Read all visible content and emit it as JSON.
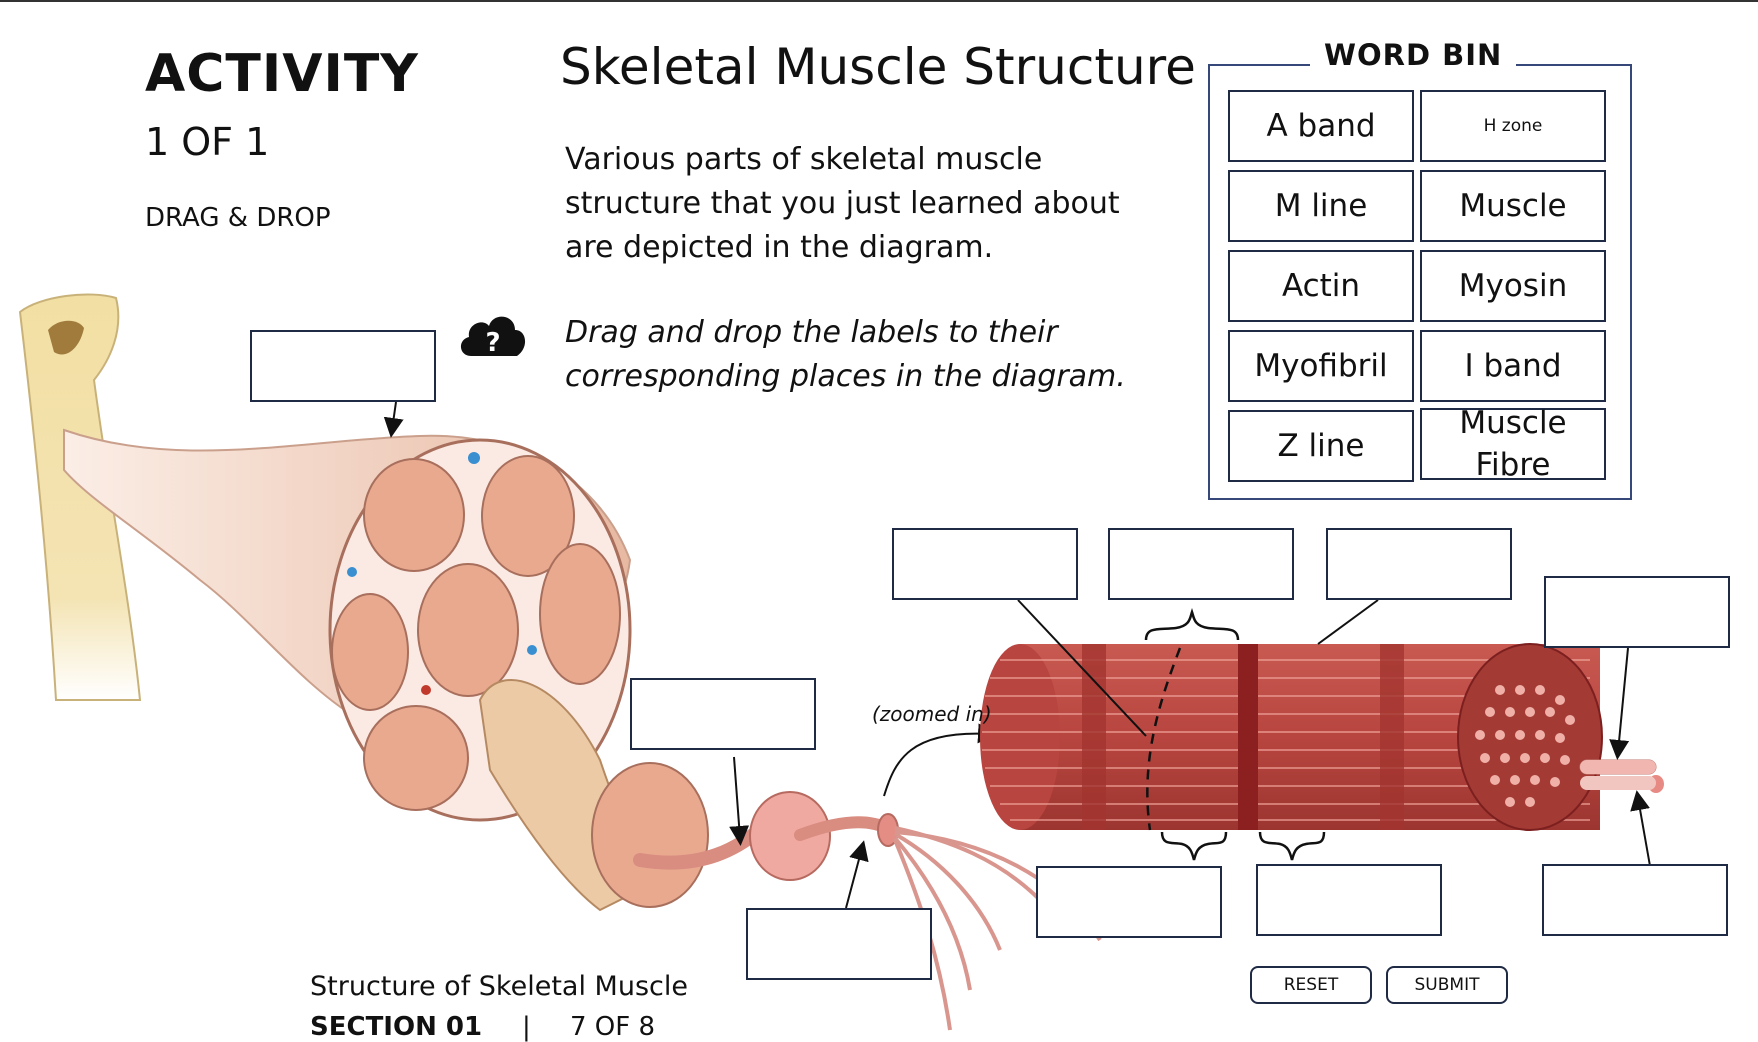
{
  "activity": {
    "heading": "ACTIVITY",
    "count": "1 OF 1",
    "mode": "DRAG & DROP"
  },
  "title": "Skeletal Muscle Structure",
  "instructions": "Various parts of skeletal muscle structure that you just learned about are depicted in the diagram.",
  "drag_instruction": "Drag and drop the labels to their corresponding places in the diagram.",
  "help_icon": "cloud-question-icon",
  "word_bin": {
    "title": "WORD BIN",
    "labels": [
      "A band",
      "H zone",
      "M line",
      "Muscle",
      "Actin",
      "Myosin",
      "Myofibril",
      "I band",
      "Z line",
      "Muscle Fibre"
    ]
  },
  "diagram": {
    "zoom_label": "(zoomed in)"
  },
  "buttons": {
    "reset": "RESET",
    "submit": "SUBMIT"
  },
  "footer": {
    "title": "Structure of Skeletal Muscle",
    "section": "SECTION 01",
    "separator": "|",
    "page": "7 OF 8"
  },
  "colors": {
    "box_border": "#1f2a44",
    "word_bin_border": "#36487a",
    "muscle_red": "#b8453f",
    "muscle_dark": "#8c1f1f",
    "bone": "#f2dfa3",
    "tendon": "#f0d6c8"
  }
}
